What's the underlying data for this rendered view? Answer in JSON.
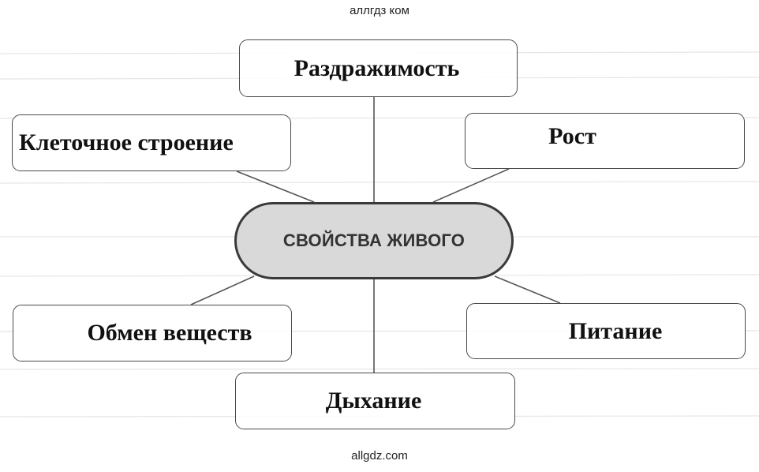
{
  "watermark_top": "аллгдз ком",
  "watermark_bottom": "allgdz.com",
  "diagram": {
    "center": "СВОЙСТВА ЖИВОГО",
    "nodes": {
      "top": "Раздражимость",
      "left_top": "Клеточное строение",
      "right_top": "Рост",
      "left_bottom": "Обмен веществ",
      "right_bottom": "Питание",
      "bottom": "Дыхание"
    }
  },
  "colors": {
    "center_fill": "#d9d9d9",
    "border": "#4a4a4a",
    "text": "#111111"
  }
}
